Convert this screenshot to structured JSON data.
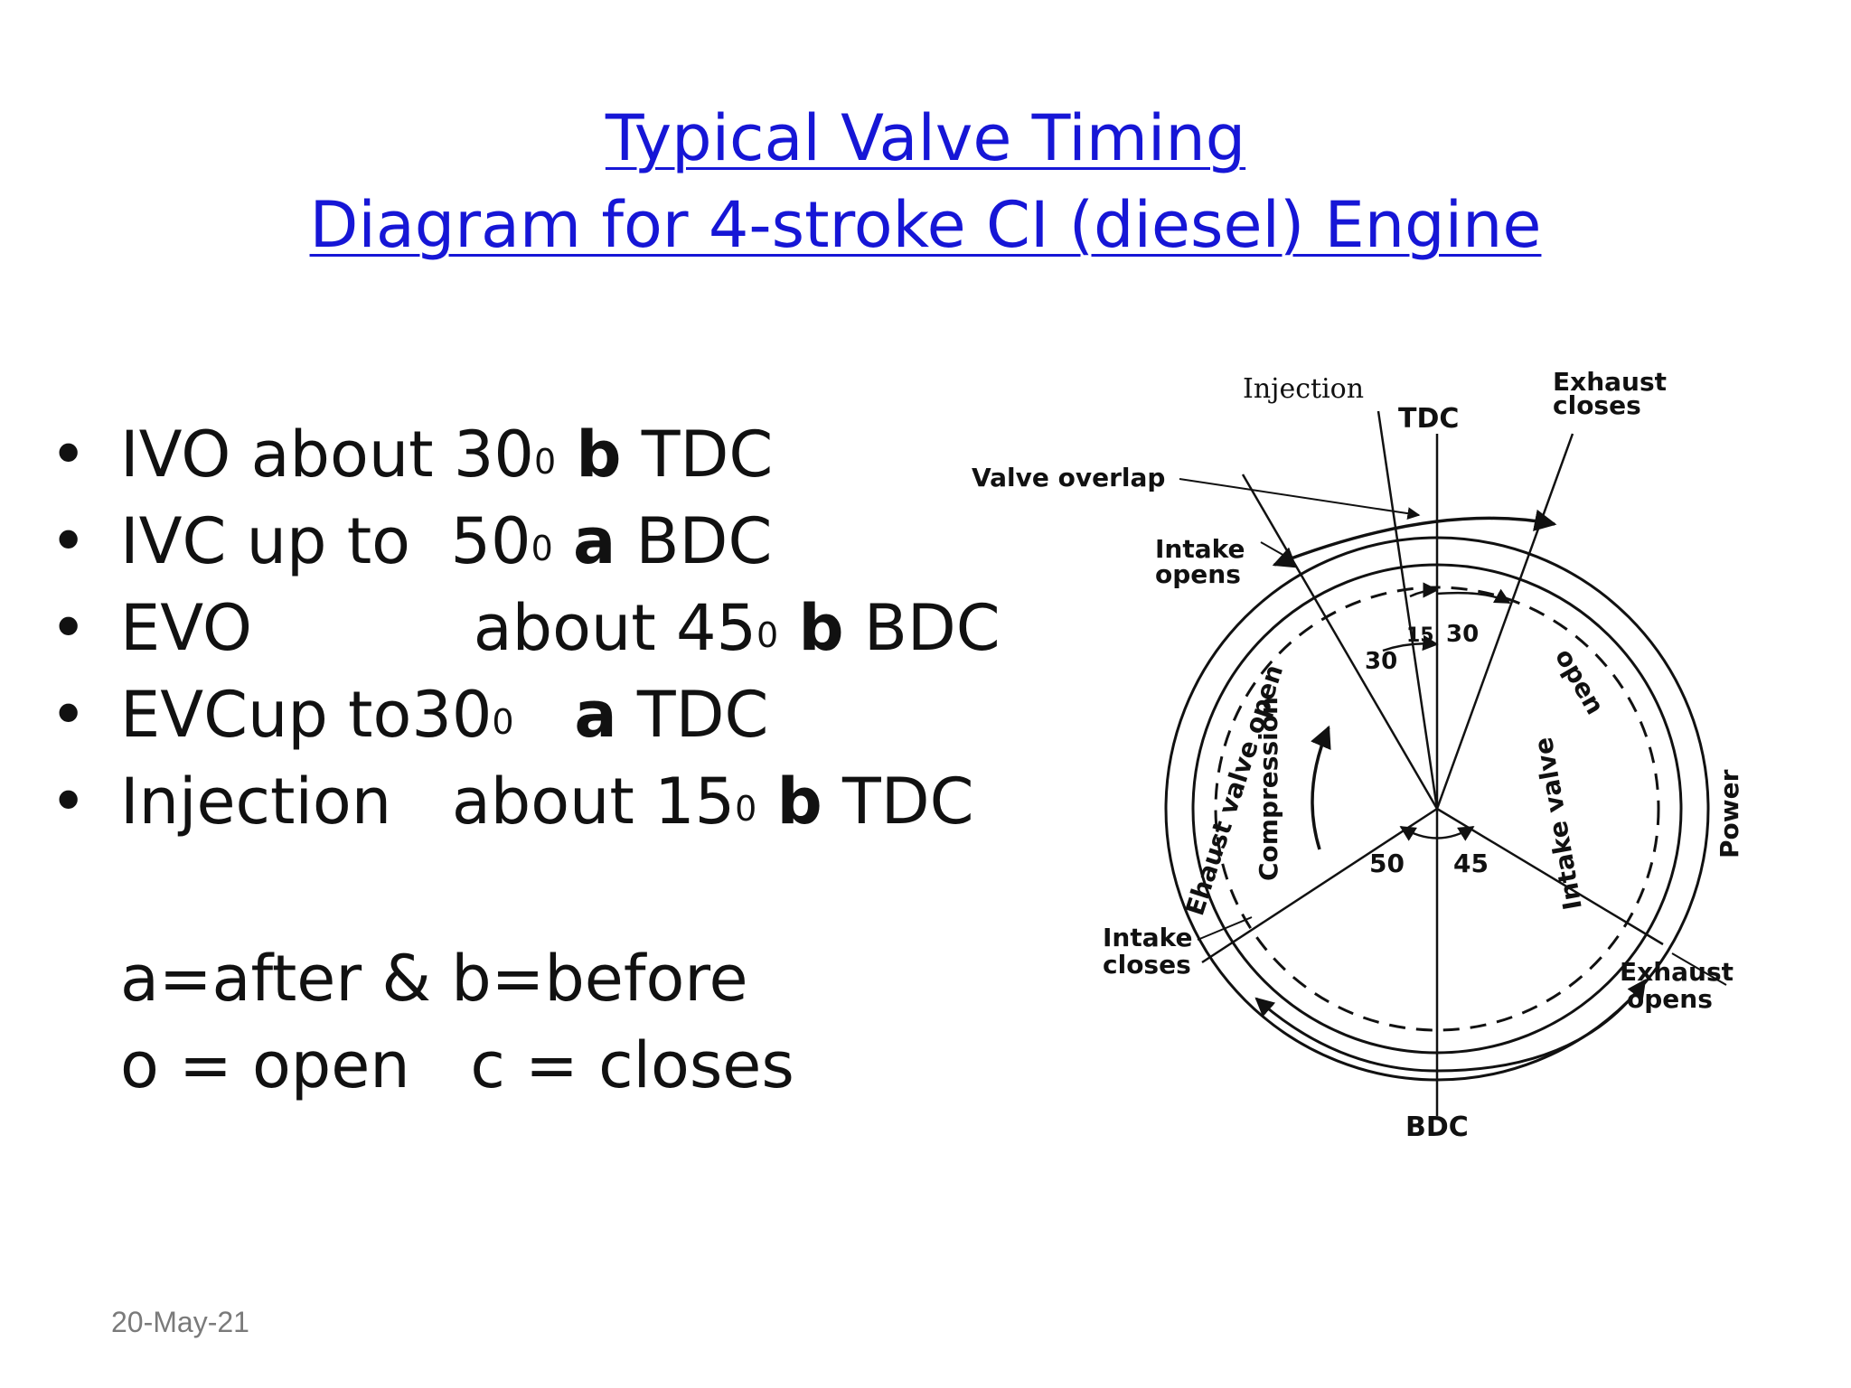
{
  "title": {
    "line1": "Typical Valve Timing",
    "line2": "Diagram for 4-stroke CI (diesel) Engine"
  },
  "bullets": [
    {
      "a": "IVO",
      "b": " about 30",
      "sup": "0",
      "mark": "b",
      "ref": " TDC"
    },
    {
      "a": "IVC up to  ",
      "b": "50",
      "sup": "0",
      "mark": "a",
      "ref": " BDC"
    },
    {
      "a": "EVO           ",
      "b": "about 45",
      "sup": "0",
      "mark": "b",
      "ref": " BDC"
    },
    {
      "a": "EVCup to",
      "b": "30",
      "sup": "0",
      "mark": "a",
      "ref": " TDC"
    },
    {
      "a": "Injection   ",
      "b": "about 15",
      "sup": "0",
      "mark": "b",
      "ref": " TDC"
    }
  ],
  "notes": [
    "a=after & b=before",
    "o = open   c = closes"
  ],
  "date": "20-May-21",
  "diagram": {
    "tdc": "TDC",
    "bdc": "BDC",
    "injection": "Injection",
    "exhaust_closes": [
      "Exhaust",
      "closes"
    ],
    "valve_overlap": "Valve overlap",
    "intake_opens": [
      "Intake",
      "opens"
    ],
    "intake_closes": [
      "Intake",
      "closes"
    ],
    "exhaust_opens": [
      "Exhaust",
      "opens"
    ],
    "exhaust_valve_open": "Ehaust valve open",
    "compression": "Compression",
    "intake_valve_open": [
      "Intake valve",
      "open"
    ],
    "power": "Power",
    "angles": {
      "a30_left": "30",
      "a15": "15",
      "a30_right": "30",
      "a50": "50",
      "a45": "45"
    }
  }
}
